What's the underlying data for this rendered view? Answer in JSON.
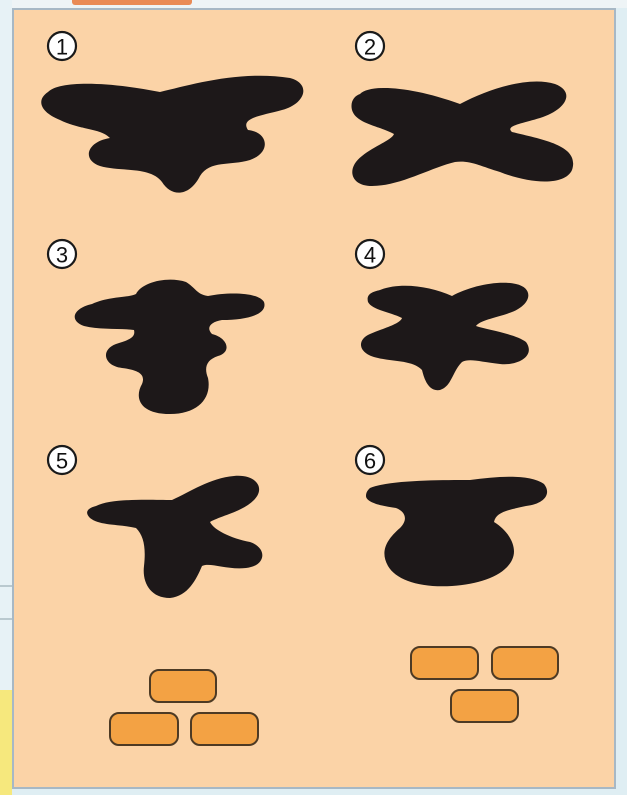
{
  "figure": {
    "panels": [
      {
        "label": "1",
        "shape": "ink-blot"
      },
      {
        "label": "2",
        "shape": "ink-blot"
      },
      {
        "label": "3",
        "shape": "ink-blot"
      },
      {
        "label": "4",
        "shape": "ink-blot"
      },
      {
        "label": "5",
        "shape": "ink-blot"
      },
      {
        "label": "6",
        "shape": "ink-blot"
      }
    ],
    "brick_groups": [
      {
        "arrangement": "1-over-2",
        "count": 3
      },
      {
        "arrangement": "2-over-1",
        "count": 3
      }
    ]
  },
  "colors": {
    "background": "#fbd3a7",
    "blot": "#1d1819",
    "brick": "#f3a244",
    "accent": "#e98b56",
    "frame": "#a7b8c5",
    "left_band": "#f6e87d"
  }
}
